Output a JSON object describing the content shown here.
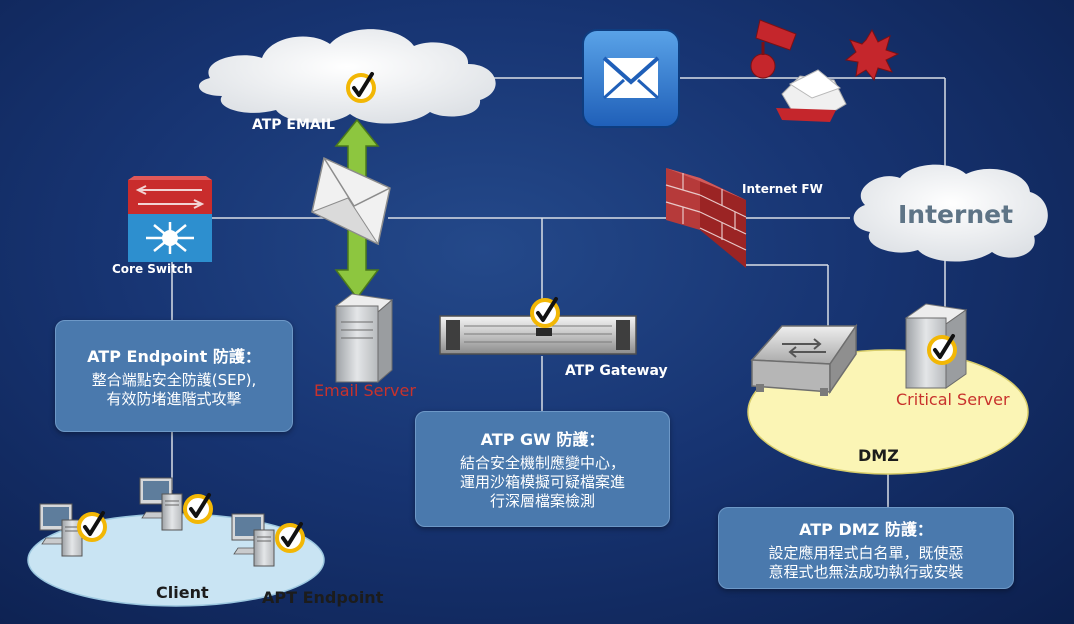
{
  "labels": {
    "atp_email": "ATP EMAIL",
    "core_switch": "Core Switch",
    "internet_fw": "Internet FW",
    "internet": "Internet",
    "email_server": "Email Server",
    "atp_gateway": "ATP Gateway",
    "critical_server": "Critical Server",
    "dmz": "DMZ",
    "client": "Client",
    "apt_endpoint": "APT Endpoint"
  },
  "boxes": {
    "endpoint": {
      "title": "ATP Endpoint 防護：",
      "lines": [
        "整合端點安全防護(SEP),",
        "有效防堵進階式攻擊"
      ]
    },
    "gw": {
      "title": "ATP GW 防護：",
      "lines": [
        "結合安全機制應變中心，",
        "運用沙箱模擬可疑檔案進",
        "行深層檔案檢測"
      ]
    },
    "dmz": {
      "title": "ATP DMZ 防護：",
      "lines": [
        "設定應用程式白名單，既使惡",
        "意程式也無法成功執行或安裝"
      ]
    }
  },
  "colors": {
    "background": "#173472",
    "box_fill": "#4a79ad",
    "check_ring": "#f2b705",
    "server_label_red": "#c8322c",
    "arrow_green": "#8dc63f",
    "dmz_ellipse": "#fbf5b5",
    "client_ellipse": "#c9e4f3"
  },
  "icons": [
    "mail-icon",
    "threat-icon",
    "firewall-icon",
    "switch-icon",
    "server-icon",
    "workstation-icon",
    "checkmark-icon",
    "envelope-icon"
  ]
}
